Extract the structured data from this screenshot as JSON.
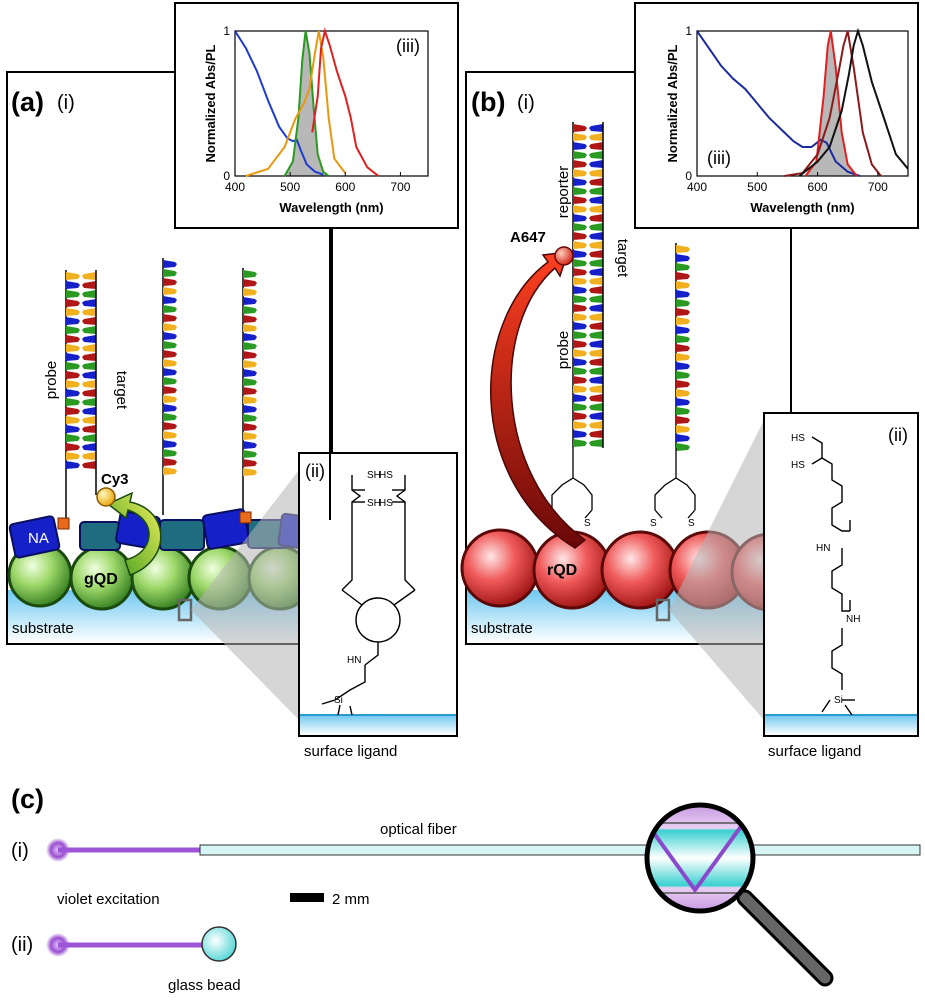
{
  "panel_a": {
    "label": "(a)",
    "sub_i": "(i)",
    "sub_ii": "(ii)",
    "sub_iii": "(iii)",
    "probe": "probe",
    "target": "target",
    "dye": "Cy3",
    "na": "NA",
    "qd": "gQD",
    "substrate": "substrate",
    "surface_ligand": "surface ligand",
    "chem": {
      "sh1": "SH",
      "sh2": "SH",
      "hs1": "HS",
      "hs2": "HS",
      "hn": "HN",
      "si": "Si"
    }
  },
  "panel_b": {
    "label": "(b)",
    "sub_i": "(i)",
    "sub_ii": "(ii)",
    "sub_iii": "(iii)",
    "probe": "probe",
    "target": "target",
    "reporter": "reporter",
    "dye": "A647",
    "qd": "rQD",
    "substrate": "substrate",
    "surface_ligand": "surface ligand",
    "chem": {
      "hs1": "HS",
      "hs2": "HS",
      "hn": "HN",
      "nh": "NH",
      "si": "Si",
      "s": "S"
    }
  },
  "panel_c": {
    "label": "(c)",
    "sub_i": "(i)",
    "sub_ii": "(ii)",
    "fiber": "optical fiber",
    "excitation": "violet excitation",
    "scale": "2 mm",
    "bead": "glass bead"
  },
  "chart_data": [
    {
      "type": "line",
      "panel": "a-iii",
      "xlabel": "Wavelength (nm)",
      "ylabel": "Normalized Abs/PL",
      "xlim": [
        400,
        750
      ],
      "ylim": [
        0,
        1
      ],
      "x_ticks": [
        "400",
        "500",
        "600",
        "700"
      ],
      "y_ticks": [
        "0",
        "1"
      ],
      "series": [
        {
          "color": "#1f3ccf",
          "points": [
            [
              400,
              1.0
            ],
            [
              420,
              0.88
            ],
            [
              440,
              0.72
            ],
            [
              460,
              0.52
            ],
            [
              480,
              0.34
            ],
            [
              495,
              0.26
            ],
            [
              505,
              0.24
            ],
            [
              512,
              0.25
            ],
            [
              520,
              0.17
            ],
            [
              530,
              0.08
            ],
            [
              545,
              0.03
            ],
            [
              560,
              0.01
            ]
          ]
        },
        {
          "color": "#2a9a22",
          "points": [
            [
              490,
              0.0
            ],
            [
              505,
              0.1
            ],
            [
              515,
              0.4
            ],
            [
              522,
              0.8
            ],
            [
              528,
              1.0
            ],
            [
              535,
              0.85
            ],
            [
              543,
              0.45
            ],
            [
              550,
              0.15
            ],
            [
              560,
              0.03
            ],
            [
              570,
              0.0
            ]
          ]
        },
        {
          "color": "#e8980e",
          "points": [
            [
              420,
              0.0
            ],
            [
              460,
              0.05
            ],
            [
              490,
              0.2
            ],
            [
              510,
              0.4
            ],
            [
              525,
              0.5
            ],
            [
              535,
              0.6
            ],
            [
              545,
              0.85
            ],
            [
              552,
              1.0
            ],
            [
              560,
              0.82
            ],
            [
              570,
              0.4
            ],
            [
              580,
              0.12
            ],
            [
              600,
              0.02
            ]
          ]
        },
        {
          "color": "#e02020",
          "points": [
            [
              540,
              0.3
            ],
            [
              550,
              0.55
            ],
            [
              556,
              0.88
            ],
            [
              563,
              1.0
            ],
            [
              572,
              0.9
            ],
            [
              585,
              0.72
            ],
            [
              600,
              0.55
            ],
            [
              610,
              0.4
            ],
            [
              620,
              0.2
            ],
            [
              640,
              0.06
            ],
            [
              660,
              0.0
            ]
          ]
        }
      ],
      "shaded_overlap": true
    },
    {
      "type": "line",
      "panel": "b-iii",
      "xlabel": "Wavelength (nm)",
      "ylabel": "Normalized Abs/PL",
      "xlim": [
        400,
        750
      ],
      "ylim": [
        0,
        1
      ],
      "x_ticks": [
        "400",
        "500",
        "600",
        "700"
      ],
      "y_ticks": [
        "0",
        "1"
      ],
      "series": [
        {
          "color": "#1c2aa0",
          "points": [
            [
              400,
              1.0
            ],
            [
              420,
              0.88
            ],
            [
              440,
              0.76
            ],
            [
              460,
              0.67
            ],
            [
              480,
              0.6
            ],
            [
              500,
              0.5
            ],
            [
              520,
              0.4
            ],
            [
              540,
              0.32
            ],
            [
              560,
              0.24
            ],
            [
              575,
              0.2
            ],
            [
              590,
              0.2
            ],
            [
              605,
              0.25
            ],
            [
              615,
              0.23
            ],
            [
              630,
              0.1
            ],
            [
              650,
              0.03
            ],
            [
              670,
              0.0
            ]
          ]
        },
        {
          "color": "#e02020",
          "points": [
            [
              580,
              0.0
            ],
            [
              598,
              0.1
            ],
            [
              610,
              0.55
            ],
            [
              617,
              0.9
            ],
            [
              622,
              1.0
            ],
            [
              630,
              0.75
            ],
            [
              640,
              0.3
            ],
            [
              650,
              0.08
            ],
            [
              665,
              0.0
            ]
          ]
        },
        {
          "color": "#8b1a1a",
          "points": [
            [
              545,
              0.0
            ],
            [
              575,
              0.02
            ],
            [
              600,
              0.15
            ],
            [
              620,
              0.4
            ],
            [
              635,
              0.72
            ],
            [
              643,
              0.9
            ],
            [
              650,
              1.0
            ],
            [
              660,
              0.75
            ],
            [
              675,
              0.3
            ],
            [
              690,
              0.08
            ],
            [
              705,
              0.0
            ]
          ]
        },
        {
          "color": "#111111",
          "points": [
            [
              570,
              0.0
            ],
            [
              600,
              0.1
            ],
            [
              620,
              0.2
            ],
            [
              640,
              0.45
            ],
            [
              652,
              0.7
            ],
            [
              660,
              0.9
            ],
            [
              667,
              1.0
            ],
            [
              675,
              0.9
            ],
            [
              690,
              0.65
            ],
            [
              710,
              0.4
            ],
            [
              730,
              0.15
            ],
            [
              750,
              0.05
            ]
          ]
        }
      ],
      "shaded_overlap": true
    }
  ]
}
